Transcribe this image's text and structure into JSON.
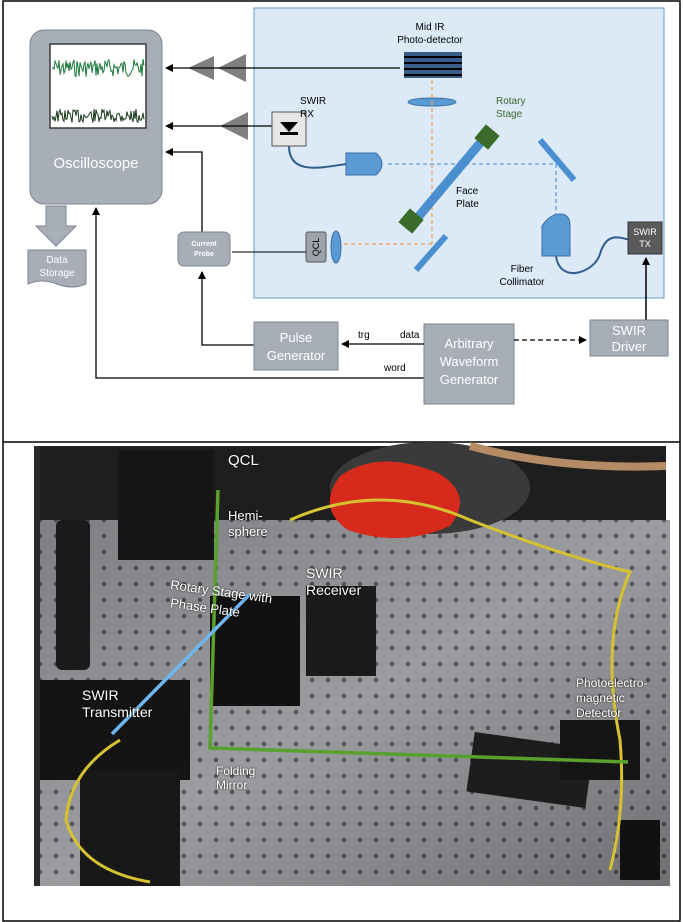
{
  "colors": {
    "panel_fill": "#dce9f7",
    "panel_stroke": "#7fa7cf",
    "box_fill": "#a7aeb8",
    "box_stroke": "#7d8591",
    "box_text": "#ffffff",
    "amp_fill": "#7f7f7f",
    "stage_green": "#3a6b2a",
    "stage_blue": "#4a8fcf",
    "optic_blue": "#5b9bd5",
    "beam_orange": "#f0a058",
    "beam_blue": "#5b9bd5",
    "fiber_blue": "#2f5c8f",
    "photo_green": "#5aa02c",
    "photo_blue": "#6fb5f0"
  },
  "diagram": {
    "oscilloscope": "Oscilloscope",
    "data_storage": [
      "Data",
      "Storage"
    ],
    "current_probe": [
      "Current",
      "Probe"
    ],
    "qcl": "QCL",
    "mid_ir": [
      "Mid IR",
      "Photo-detector"
    ],
    "swir_rx": [
      "SWIR",
      "RX"
    ],
    "rotary_stage": [
      "Rotary",
      "Stage"
    ],
    "face_plate": [
      "Face",
      "Plate"
    ],
    "fiber_collimator": [
      "Fiber",
      "Collimator"
    ],
    "swir_tx": [
      "SWIR",
      "TX"
    ],
    "pulse_generator": [
      "Pulse",
      "Generator"
    ],
    "awg": [
      "Arbitrary",
      "Waveform",
      "Generator"
    ],
    "swir_driver": [
      "SWIR",
      "Driver"
    ],
    "trg": "trg",
    "data_label": "data",
    "word": "word"
  },
  "photo": {
    "qcl": "QCL",
    "hemisphere": [
      "Hemi-",
      "sphere"
    ],
    "swir_receiver": [
      "SWIR",
      "Receiver"
    ],
    "rotary_stage": [
      "Rotary Stage with",
      "Phase Plate"
    ],
    "swir_transmitter": [
      "SWIR",
      "Transmitter"
    ],
    "folding_mirror": [
      "Folding",
      "Mirror"
    ],
    "pem_detector": [
      "Photoelectro-",
      "magnetic",
      "Detector"
    ]
  }
}
